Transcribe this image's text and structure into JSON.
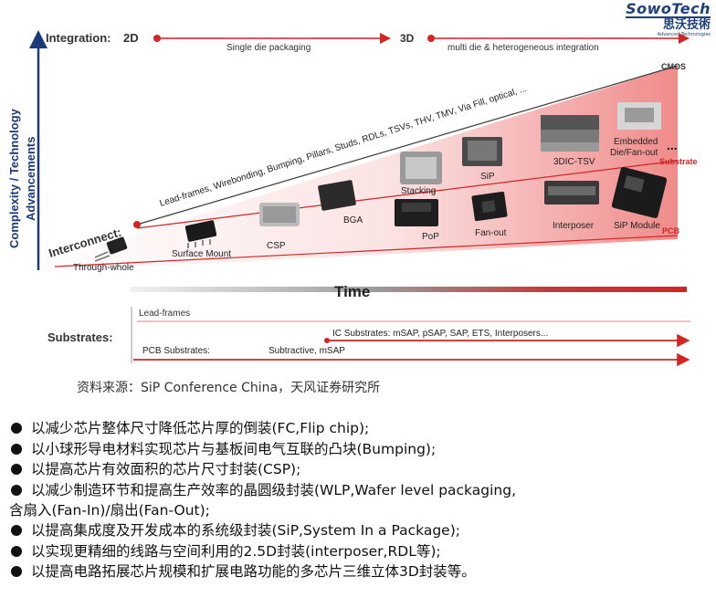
{
  "logo": {
    "brand": "SowoTech",
    "chinese": "思沃技術",
    "tagline": "Advanced Technologies"
  },
  "diagram": {
    "y_axis_label_1": "Complexity / Technology",
    "y_axis_label_2": "Advancements",
    "integration_label": "Integration:",
    "integration_2d": "2D",
    "integration_3d": "3D",
    "single_die": "Single die packaging",
    "multi_die": "multi die & heterogeneous integration",
    "cmos": "CMOS",
    "substrate": "Substrate",
    "pcb": "PCB",
    "interconnect_label": "Interconnect:",
    "interconnect_text": "Lead-frames, Wirebonding, Bumping, Pillars, Studs, RDLs, TSVs, THV, TMV, Via Fill, optical, ...",
    "ellipsis": "...",
    "packages": [
      "Through-whole",
      "Surface Mount",
      "CSP",
      "BGA",
      "Stacking",
      "PoP",
      "SiP",
      "Fan-out",
      "3DIC-TSV",
      "Interposer",
      "Embedded",
      "Die/Fan-out",
      "SiP Module"
    ],
    "time_label": "Time",
    "substrates_label": "Substrates:",
    "lead_frames": "Lead-frames",
    "ic_substrates": "IC Substrates: mSAP, pSAP, SAP, ETS, Interposers...",
    "pcb_substrates": "PCB Substrates:",
    "subtractive": "Subtractive,  mSAP"
  },
  "source": "资料来源：SiP Conference China，天风证券研究所",
  "bullets": [
    "以减少芯片整体尺寸降低芯片厚的倒装(FC,Flip chip);",
    "以小球形导电材料实现芯片与基板间电气互联的凸块(Bumping);",
    "以提高芯片有效面积的芯片尺寸封装(CSP);",
    "以减少制造环节和提高生产效率的晶圆级封装(WLP,Wafer level packaging,",
    "含扇入(Fan-In)/扇出(Fan-Out);",
    "以提高集成度及开发成本的系统级封装(SiP,System In a Package);",
    "以实现更精细的线路与空间利用的2.5D封装(interposer,RDL等);",
    "以提高电路拓展芯片规模和扩展电路功能的多芯片三维立体3D封装等。"
  ],
  "colors": {
    "accent_red": "#d42424",
    "navy": "#1d3f7a",
    "axis_blue": "#1c3a7a"
  }
}
